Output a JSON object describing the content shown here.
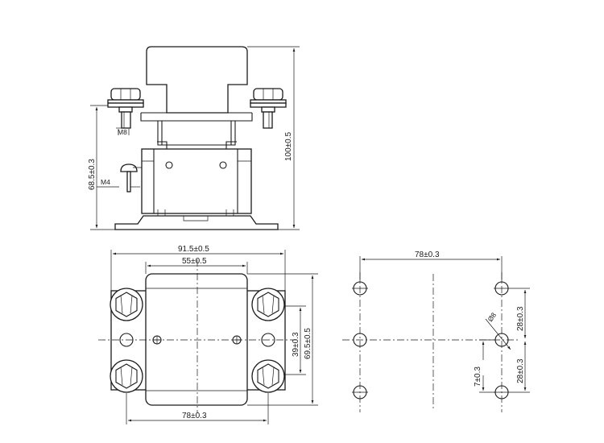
{
  "side_view": {
    "dim_height_total": "100±0.5",
    "dim_height_base": "68.5±0.3",
    "label_m8": "M8",
    "label_m4": "M4"
  },
  "top_view": {
    "dim_width_total": "91.5±0.5",
    "dim_width_inner": "55±0.5",
    "dim_width_bottom": "78±0.3",
    "dim_height_outer": "69.5±0.5",
    "dim_height_inner": "39±0.3"
  },
  "hole_pattern": {
    "dim_width_top": "78±0.3",
    "dim_spacing_upper": "28±0.3",
    "dim_spacing_lower": "28±0.3",
    "dim_offset": "7±0.3",
    "dim_hole_dia": "Ø8"
  }
}
